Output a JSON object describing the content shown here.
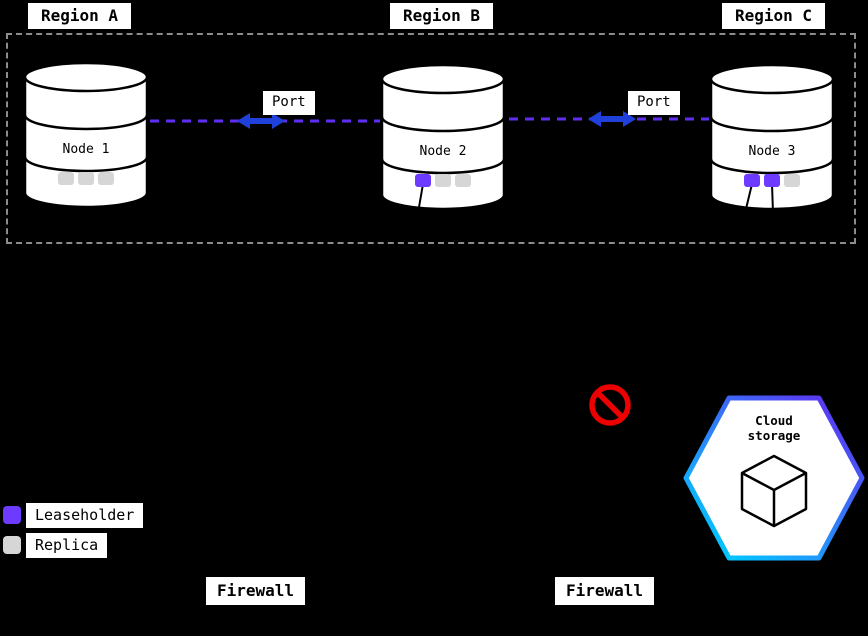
{
  "diagram": {
    "regions": [
      {
        "label": "Region A"
      },
      {
        "label": "Region B"
      },
      {
        "label": "Region C"
      }
    ],
    "nodes": [
      {
        "label": "Node 1",
        "replicas": [
          "replica",
          "replica",
          "replica"
        ]
      },
      {
        "label": "Node 2",
        "replicas": [
          "leaseholder",
          "replica",
          "replica"
        ]
      },
      {
        "label": "Node 3",
        "replicas": [
          "leaseholder",
          "leaseholder",
          "replica"
        ]
      }
    ],
    "links": [
      {
        "label": "Port"
      },
      {
        "label": "Port"
      }
    ],
    "cloud_storage": {
      "lines": [
        "Cloud",
        "storage"
      ]
    },
    "legend": [
      {
        "type": "leaseholder",
        "label": "Leaseholder"
      },
      {
        "type": "replica",
        "label": "Replica"
      }
    ],
    "firewalls": [
      {
        "label": "Firewall"
      },
      {
        "label": "Firewall"
      }
    ]
  },
  "colors": {
    "background": "#000000",
    "node_fill": "#ffffff",
    "node_stroke": "#000000",
    "leaseholder": "#6c3bff",
    "replica": "#d6d6d6",
    "dashed_link": "#5f2ef0",
    "port_arrow": "#2041d9",
    "no_access": "#ee0000",
    "boundary": "#8c8c8c",
    "hex_gradient_start": "#5d33f2",
    "hex_gradient_end": "#00ccff"
  }
}
